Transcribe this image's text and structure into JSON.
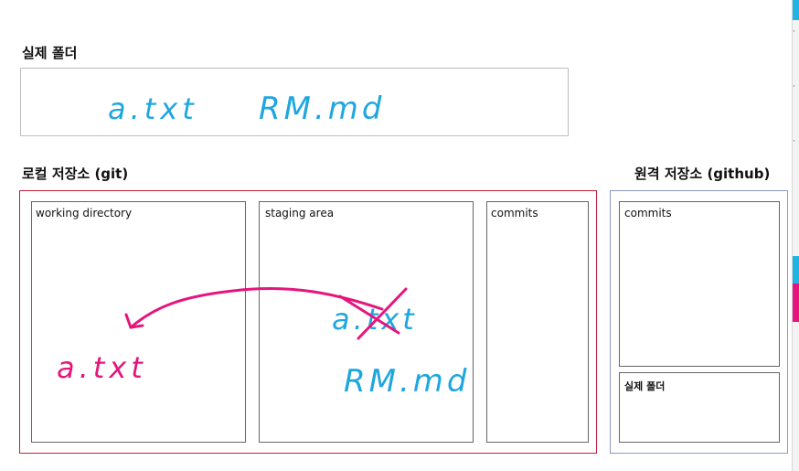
{
  "headings": {
    "real_folder": "실제 폴더",
    "local_repo": "로컬 저장소 (git)",
    "remote_repo": "원격 저장소 (github)"
  },
  "local": {
    "working_directory": "working directory",
    "staging_area": "staging area",
    "commits": "commits"
  },
  "remote": {
    "commits": "commits",
    "real_folder": "실제 폴더"
  },
  "handwriting": {
    "top_file_1": "a.txt",
    "top_file_2": "RM.md",
    "wd_file": "a.txt",
    "staging_file_1": "a.txt",
    "staging_file_2": "RM.md"
  },
  "colors": {
    "cyan_ink": "#1ea7df",
    "pink_ink": "#e5157d",
    "local_border": "#c0203a",
    "remote_border": "#8a9ac8",
    "box_border": "#555555"
  }
}
